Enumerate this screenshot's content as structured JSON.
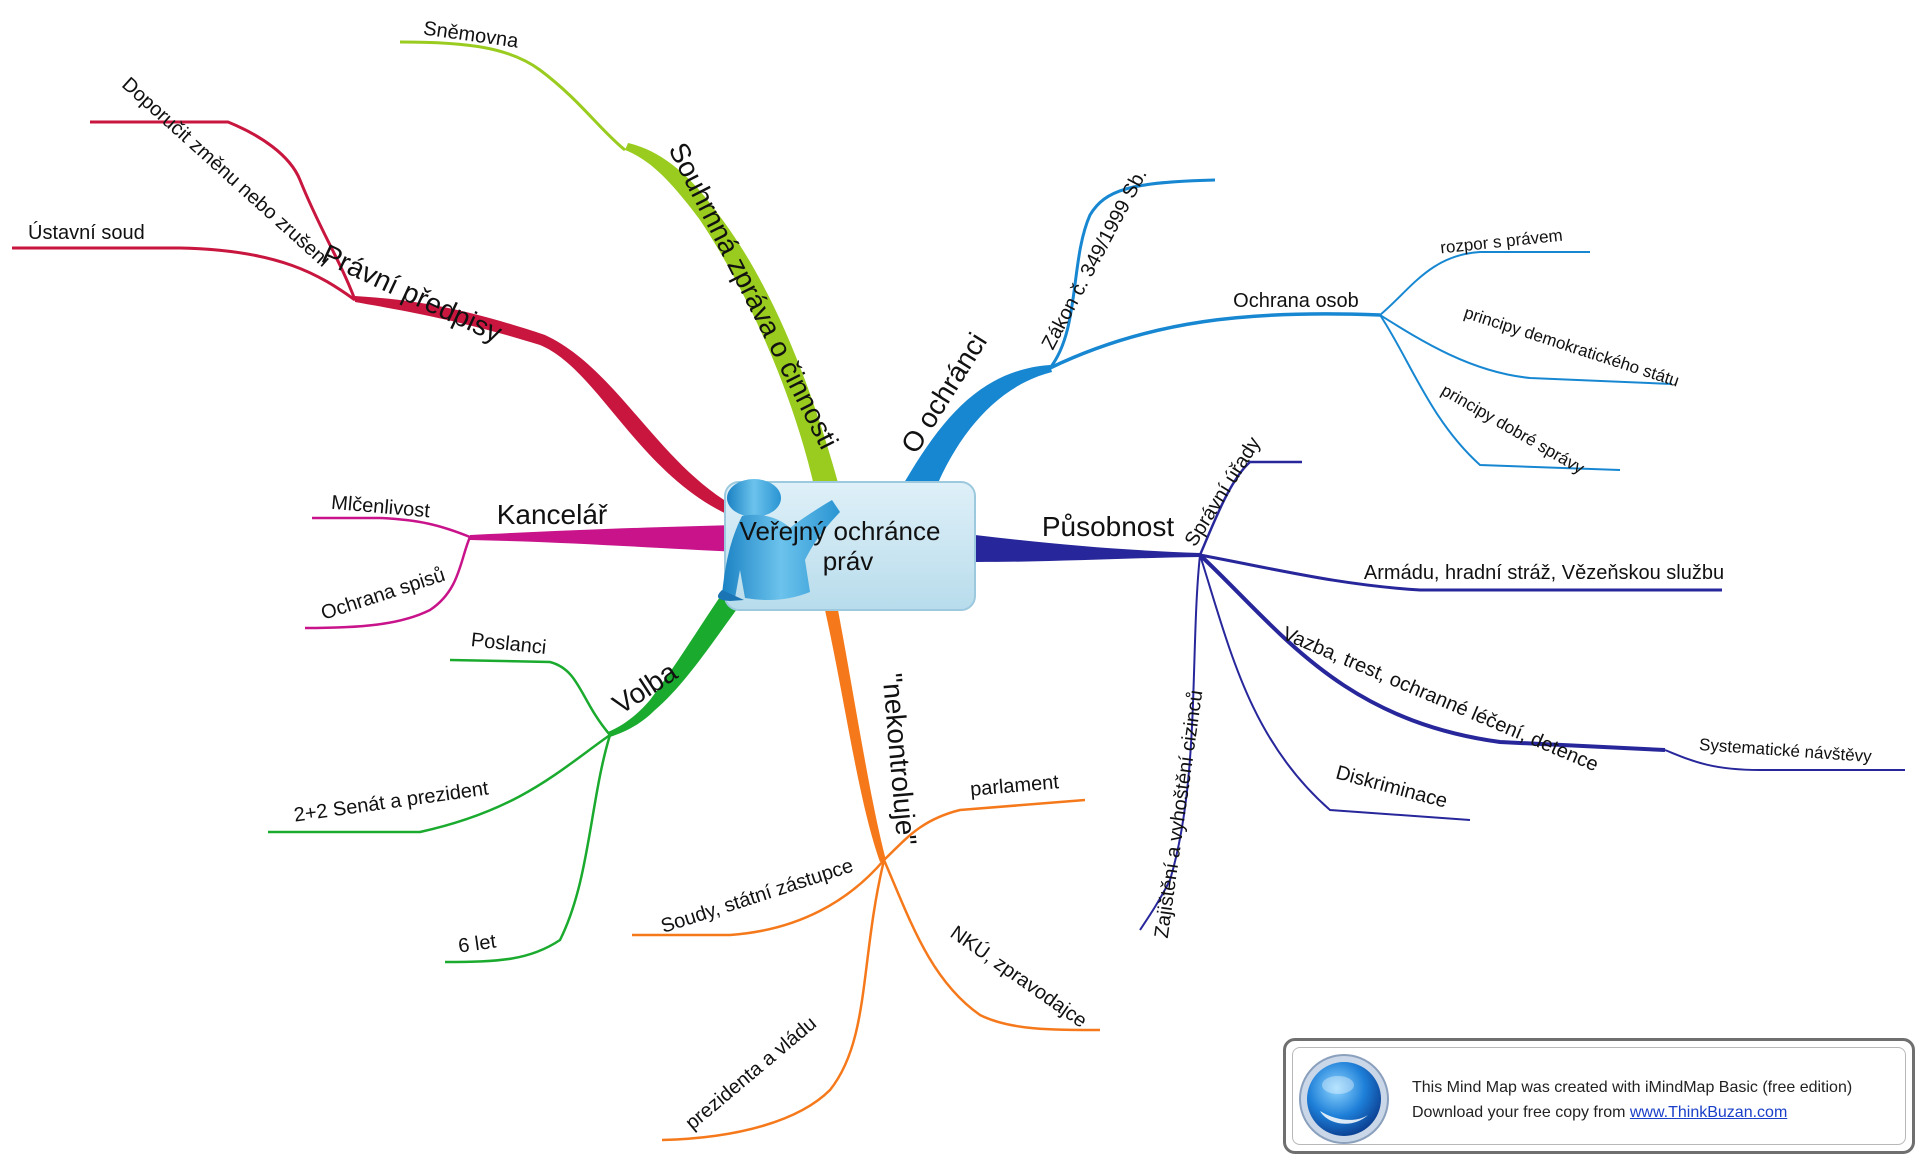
{
  "center": {
    "line1": "Veřejný ochránce",
    "line2": "práv"
  },
  "branches": {
    "pravni_predpisy": {
      "label": "Právní předpisy",
      "color": "#c8163f",
      "children": [
        "Doporučit změnu nebo zrušení",
        "Ústavní soud"
      ]
    },
    "souhrnna_zprava": {
      "label": "Souhrnná zpráva o činnosti",
      "color": "#99cc1f",
      "children": [
        "Sněmovna"
      ]
    },
    "o_ochranci": {
      "label": "O ochránci",
      "color": "#1787d2",
      "children": [
        "Zákon č. 349/1999 Sb.",
        "Ochrana osob"
      ],
      "grandchildren": [
        "rozpor s právem",
        "principy demokratického státu",
        "principy dobré správy"
      ]
    },
    "pusobnost": {
      "label": "Působnost",
      "color": "#27279b",
      "children": [
        "Správní úřady",
        "Armádu, hradní stráž, Vězeňskou službu",
        "Vazba, trest, ochranné léčení, detence",
        "Diskriminace",
        "Zajištění a vyhoštění cizinců"
      ],
      "grandchildren": [
        "Systematické návštěvy"
      ]
    },
    "kancelar": {
      "label": "Kancelář",
      "color": "#c8138a",
      "children": [
        "Mlčenlivost",
        "Ochrana spisů"
      ]
    },
    "volba": {
      "label": "Volba",
      "color": "#1aaa2e",
      "children": [
        "Poslanci",
        "2+2 Senát a prezident",
        "6 let"
      ]
    },
    "nekontroluje": {
      "label": "\"nekontroluje\"",
      "color": "#f5791b",
      "children": [
        "parlament",
        "Soudy, státní zástupce",
        "NKÚ, zpravodajce",
        "prezidenta a vládu"
      ]
    }
  },
  "footer": {
    "line1": "This Mind Map was created with iMindMap Basic (free edition)",
    "line2_prefix": "Download your free copy from ",
    "link_text": "www.ThinkBuzan.com"
  }
}
